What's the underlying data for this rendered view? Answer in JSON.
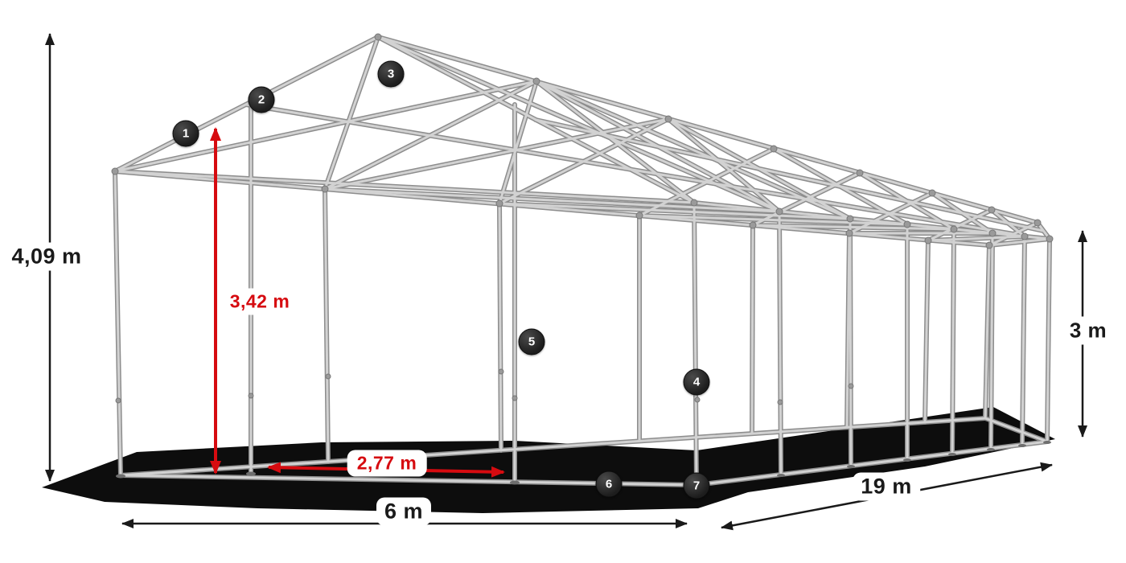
{
  "diagram": {
    "subject": "tent-frame-construction",
    "colors": {
      "frame_light": "#d2d2d2",
      "frame_dark": "#8d8d8d",
      "joint": "#9a9a9a",
      "shadow": "#000000",
      "dimension_black": "#1a1a1a",
      "dimension_red": "#d60b10",
      "marker_background": "#2b2b2b",
      "marker_text": "#ffffff"
    },
    "dimensions": {
      "total_height": "4,09 m",
      "entrance_height": "3,42 m",
      "side_height": "3 m",
      "width": "6 m",
      "length": "19 m",
      "entrance_width": "2,77 m"
    },
    "markers": [
      "1",
      "2",
      "3",
      "4",
      "5",
      "6",
      "7"
    ]
  }
}
